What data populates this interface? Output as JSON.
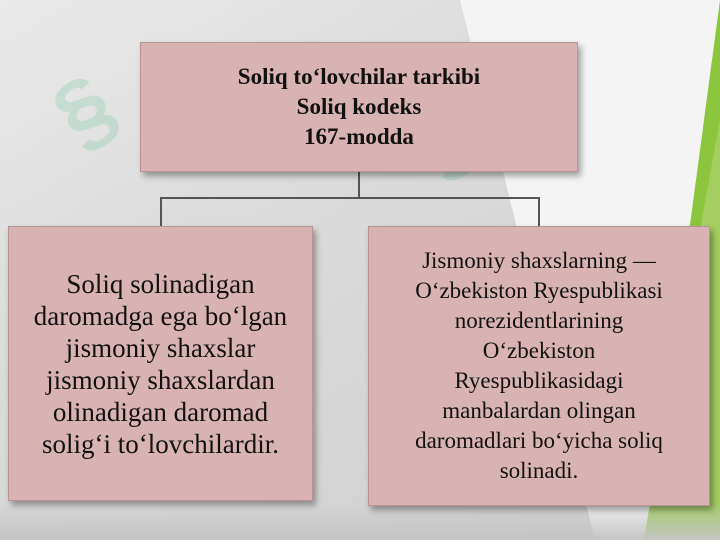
{
  "top_box": {
    "lines": [
      "Soliq to‘lovchilar tarkibi",
      "Soliq kodeks",
      "167-modda"
    ]
  },
  "left_box": {
    "lines": [
      "Soliq solinadigan",
      "daromadga ega bo‘lgan",
      "jismoniy shaxslar",
      "jismoniy shaxslardan",
      "olinadigan daromad",
      "solig‘i to‘lovchilardir."
    ]
  },
  "right_box": {
    "lines": [
      "Jismoniy shaxslarning —",
      "O‘zbekiston Ryespublikasi",
      "norezidentlarining",
      "O‘zbekiston",
      "Ryespublikasidagi",
      "manbalardan olingan",
      "daromadlari bo‘yicha soliq",
      "solinadi."
    ]
  },
  "colors": {
    "box_fill": "#d9b3b3",
    "accent_green": "#8cc63f",
    "connector": "#555555"
  }
}
